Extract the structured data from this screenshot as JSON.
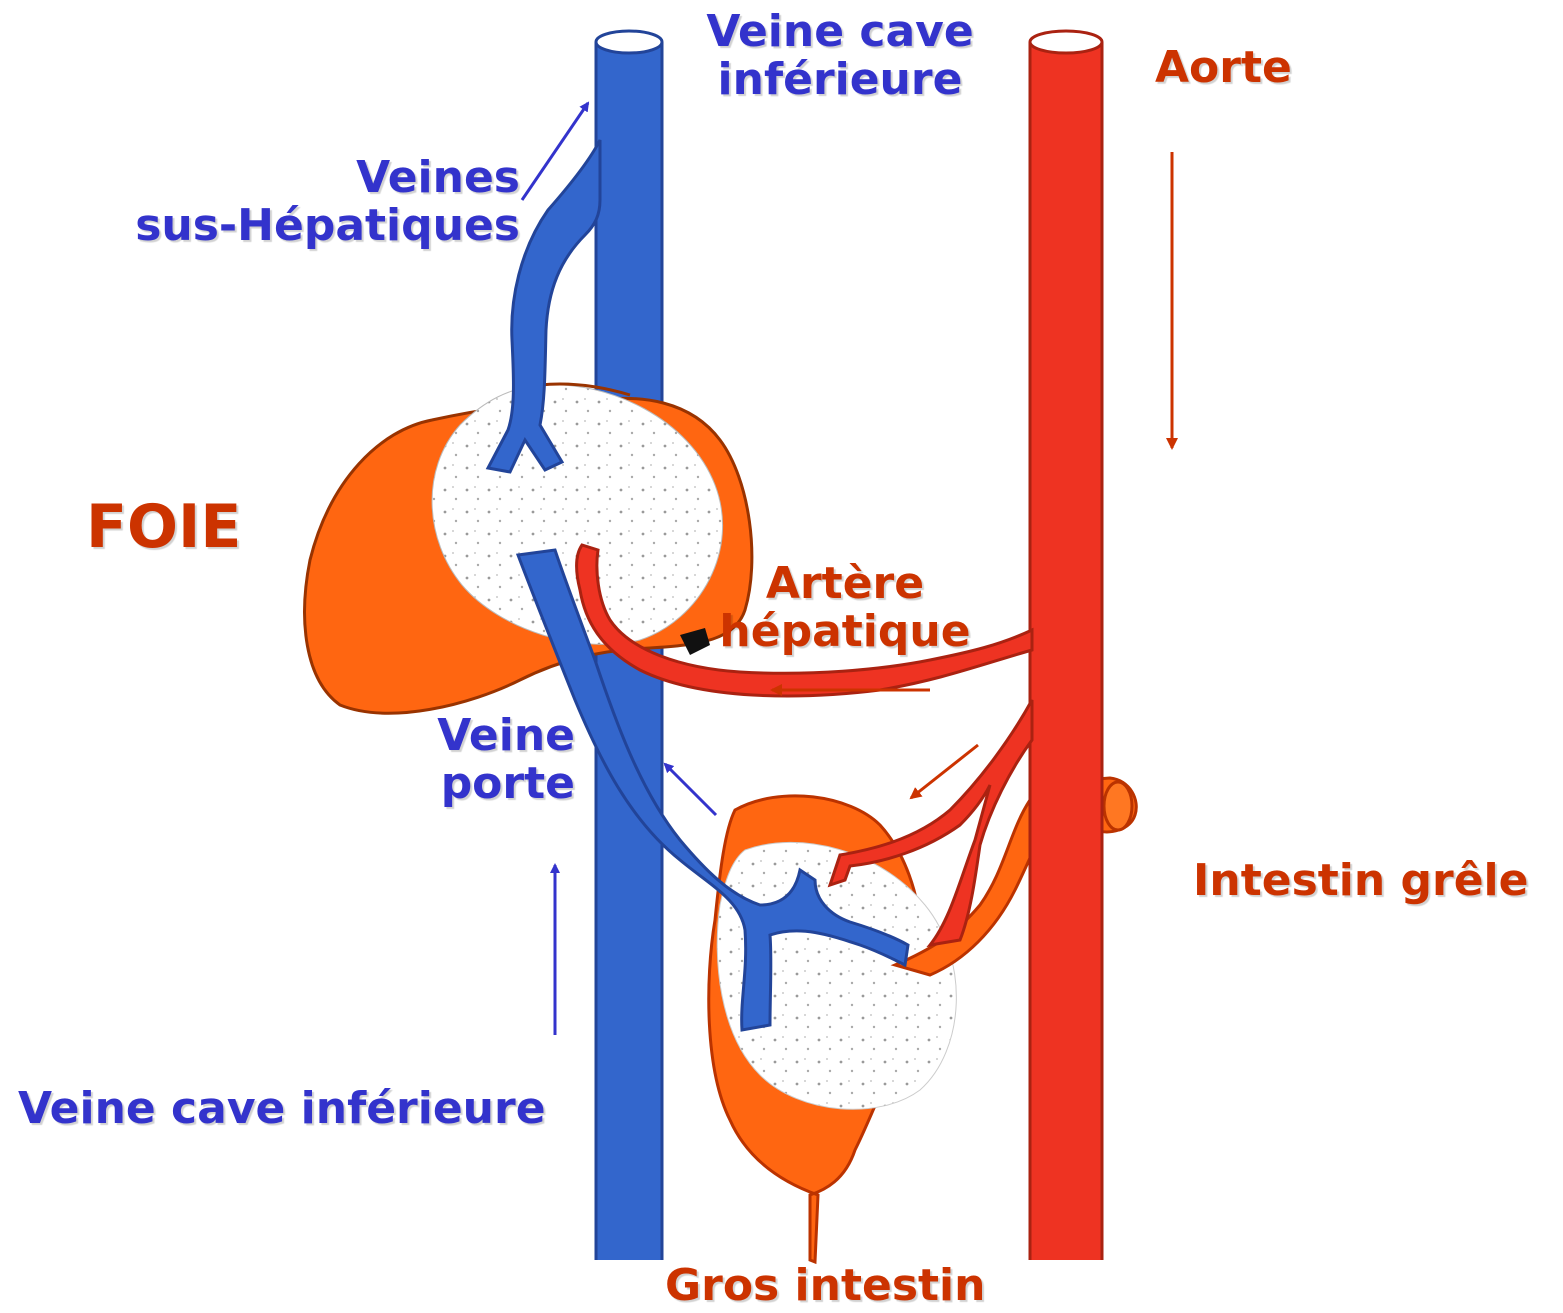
{
  "labels": {
    "vci_top_line1": "Veine cave",
    "vci_top_line2": "inférieure",
    "aorte": "Aorte",
    "veines_sus_line1": "Veines",
    "veines_sus_line2": "sus-Hépatiques",
    "foie": "FOIE",
    "artere_line1": "Artère",
    "artere_line2": "hépatique",
    "veine_porte_line1": "Veine",
    "veine_porte_line2": "porte",
    "intestin_grele": "Intestin grêle",
    "vci_bottom": "Veine cave inférieure",
    "gros_intestin": "Gros intestin"
  },
  "colors": {
    "vein_blue": "#3366cc",
    "label_blue": "#3333cc",
    "artery_red": "#ee3322",
    "label_red": "#cc3300",
    "organ_orange": "#ff6611"
  }
}
